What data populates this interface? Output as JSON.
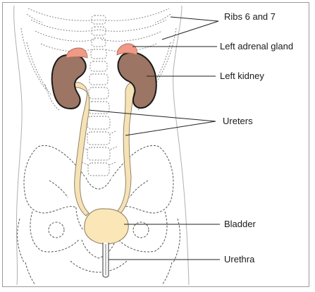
{
  "labels": {
    "ribs": "Ribs 6 and 7",
    "adrenal": "Left adrenal gland",
    "kidney": "Left kidney",
    "ureters": "Ureters",
    "bladder": "Bladder",
    "urethra": "Urethra"
  },
  "colors": {
    "kidney": "#9c7564",
    "adrenal": "#ef9a86",
    "ureter": "#f5e2b6",
    "bladder": "#fbe6b8",
    "skeleton_outline": "#6f6f6f",
    "body_outline": "#b0b0b0",
    "leader_line": "#222222"
  }
}
